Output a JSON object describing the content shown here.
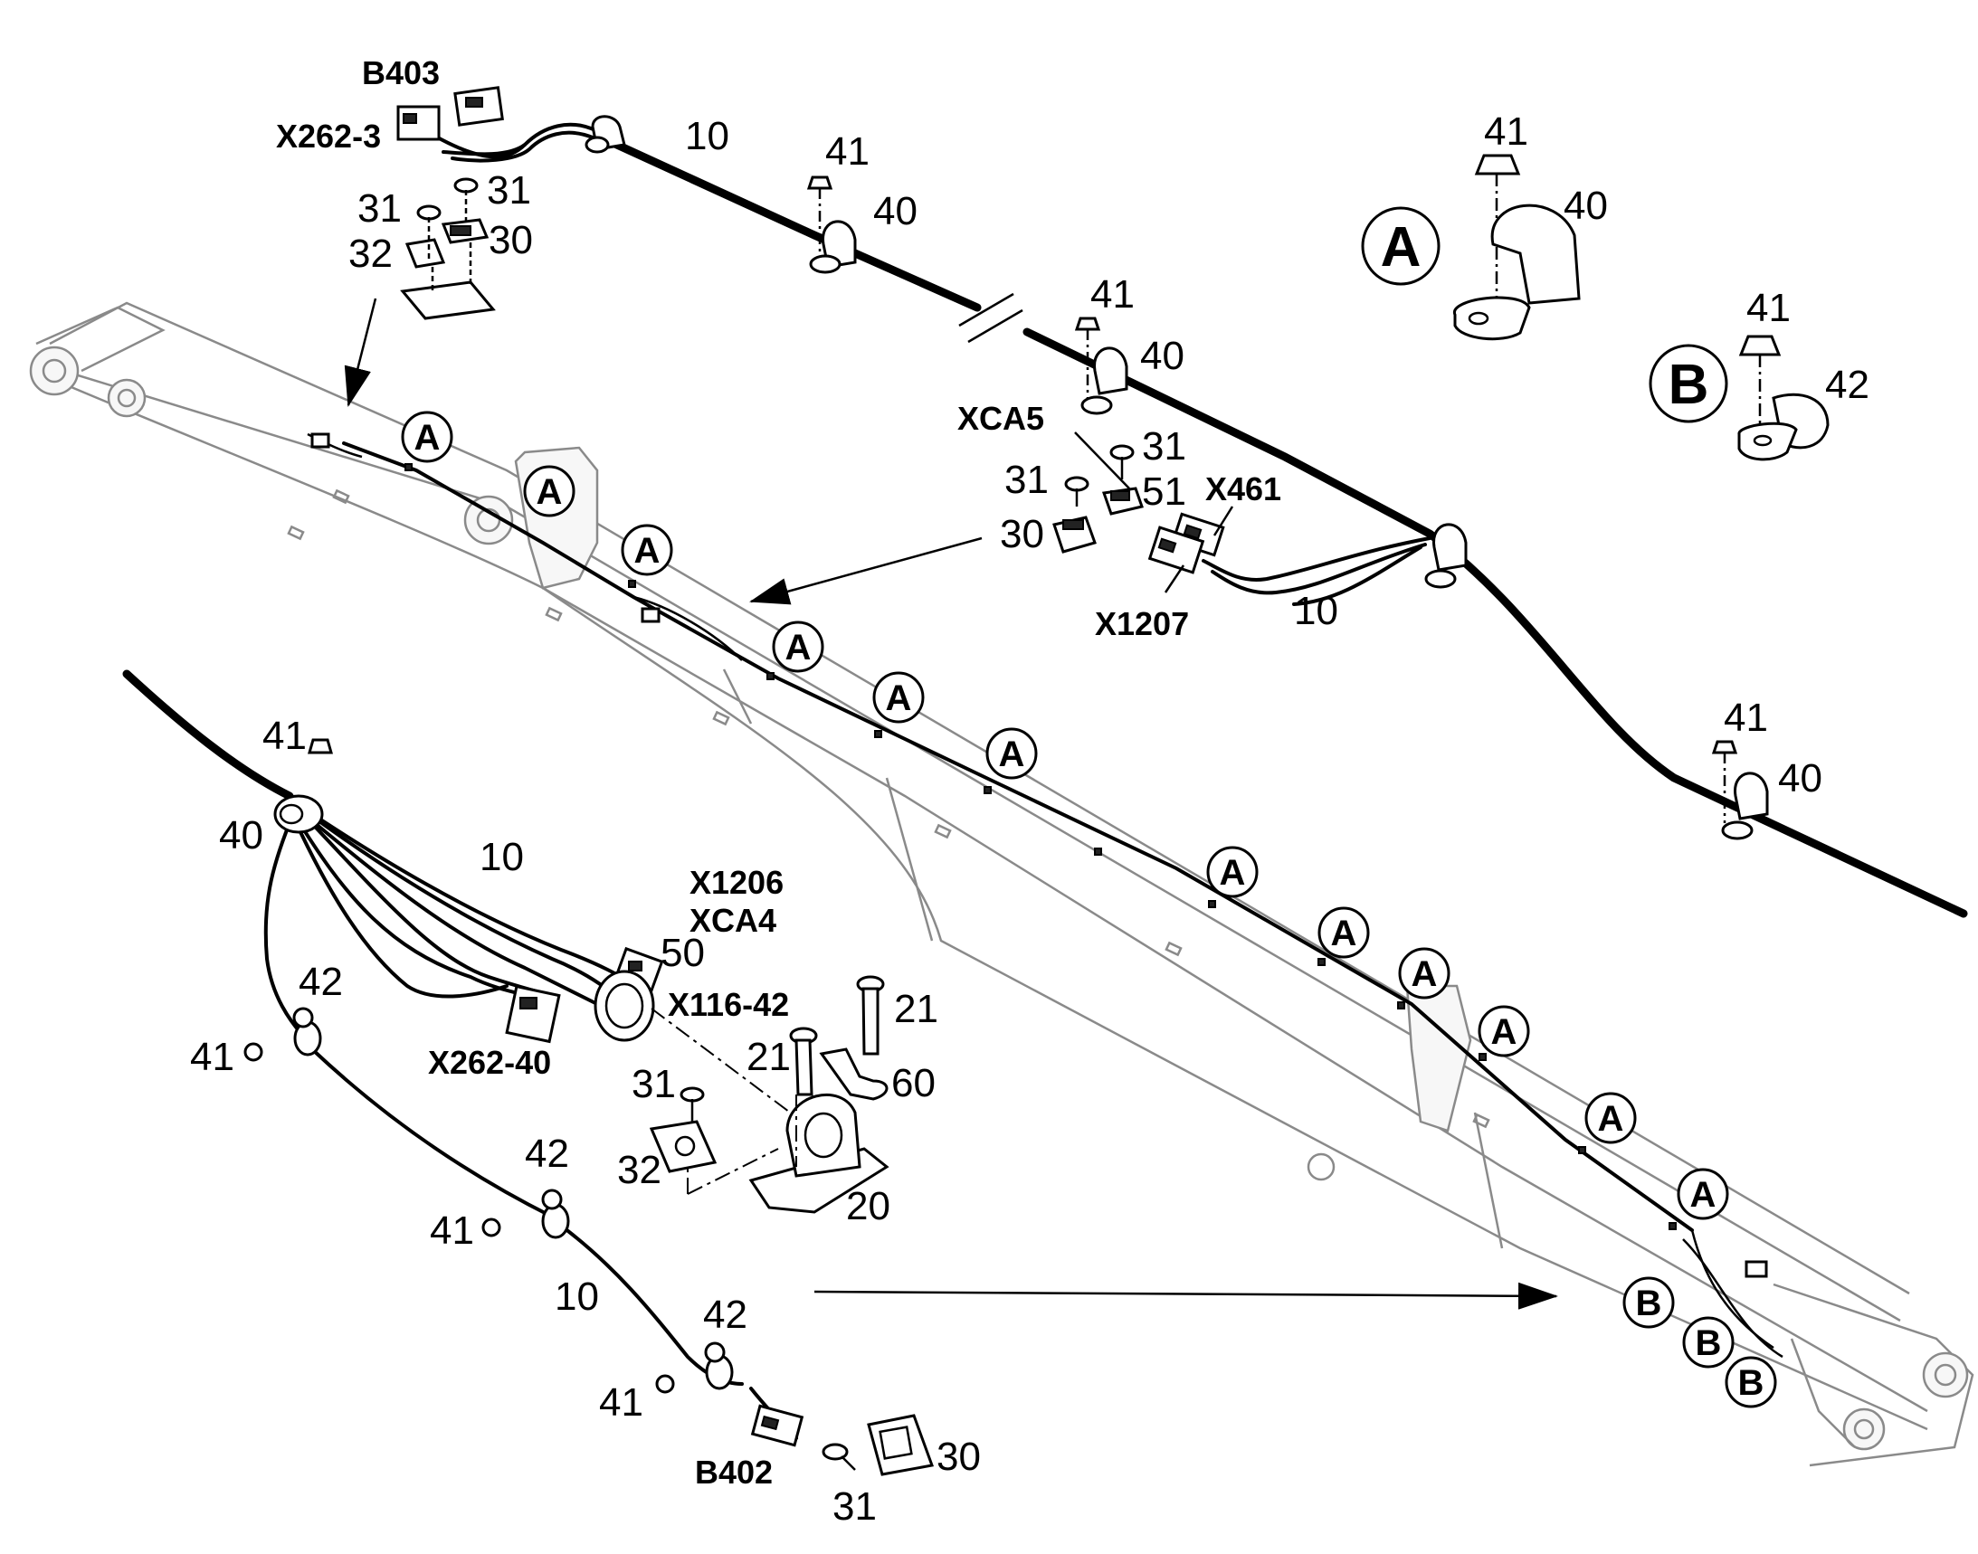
{
  "figure": {
    "callouts": {
      "letter_a": "A",
      "letter_b": "B"
    },
    "connectors": {
      "b403": "B403",
      "x262_3": "X262-3",
      "xca5": "XCA5",
      "x461": "X461",
      "x1207": "X1207",
      "x1206": "X1206",
      "xca4": "XCA4",
      "x116_42": "X116-42",
      "x262_40": "X262-40",
      "b402": "B402"
    },
    "parts": {
      "p10": "10",
      "p20": "20",
      "p21": "21",
      "p30": "30",
      "p31": "31",
      "p32": "32",
      "p40": "40",
      "p41": "41",
      "p42": "42",
      "p50": "50",
      "p51": "51",
      "p60": "60"
    }
  }
}
